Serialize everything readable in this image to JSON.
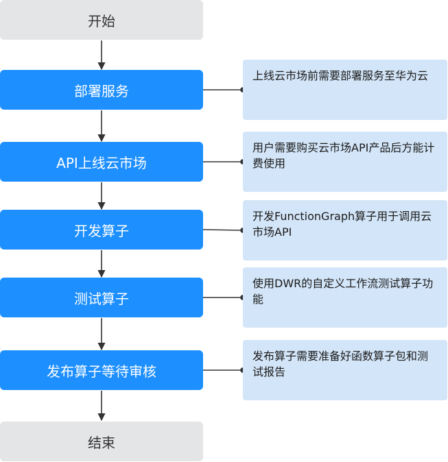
{
  "flow": {
    "start": "开始",
    "steps": [
      {
        "label": "部署服务",
        "note": "上线云市场前需要部署服务至华为云"
      },
      {
        "label": "API上线云市场",
        "note": "用户需要购买云市场API产品后方能计费使用"
      },
      {
        "label": "开发算子",
        "note": "开发FunctionGraph算子用于调用云市场API"
      },
      {
        "label": "测试算子",
        "note": "使用DWR的自定义工作流测试算子功能"
      },
      {
        "label": "发布算子等待审核",
        "note": "发布算子需要准备好函数算子包和测试报告"
      }
    ],
    "end": "结束"
  },
  "colors": {
    "terminal_fill": "#e4e5e7",
    "step_fill": "#1d8fff",
    "note_fill": "#d3e5f8",
    "connector": "#333333"
  }
}
